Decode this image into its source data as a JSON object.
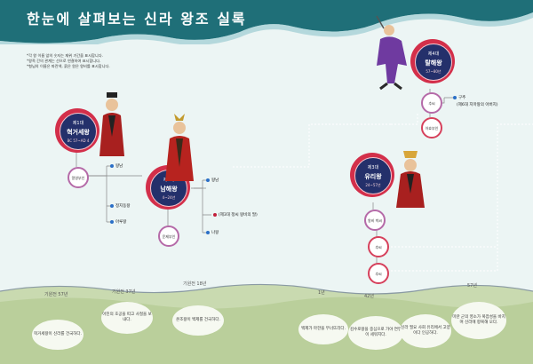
{
  "title": "한눈에 살펴보는 신라 왕조 실록",
  "notes": [
    "*각 왕 이름 앞의 숫자는 재위 기간을 표시합니다.",
    "*왕족 간의 관계는 선으로 연결하여 표시합니다.",
    "*형님의 이름은 파란색, 붉은 원은 왕비를 표시합니다."
  ],
  "kings": [
    {
      "gen": "제1대",
      "name": "혁거세왕",
      "years": "BC 57~AD 4"
    },
    {
      "gen": "제2대",
      "name": "남해왕",
      "years": "4~24년"
    },
    {
      "gen": "제3대",
      "name": "유리왕",
      "years": "24~57년"
    },
    {
      "gen": "제4대",
      "name": "탈해왕",
      "years": "57~80년"
    }
  ],
  "bubbles": {
    "b1": "알영부인",
    "b2": "운제부인",
    "b3": "추씨",
    "b4": "아효부인",
    "b5": "왕비 박씨",
    "b6": "추씨",
    "b7": "추씨"
  },
  "leaves": {
    "l1": "왕남",
    "l2": "정지동왕",
    "l3": "아루왕",
    "l4": "왕남",
    "l5": "(제3대 정씨 왕비의 딸)",
    "l6": "나왕",
    "l7": "구추",
    "l8": "(제6대 지마왕의 아버지)"
  },
  "timeline": [
    {
      "label": "기원전 57년"
    },
    {
      "label": "기원전 37년"
    },
    {
      "label": "기원전 18년"
    },
    {
      "label": "1년"
    },
    {
      "label": "42년"
    },
    {
      "label": "57년"
    }
  ],
  "events": [
    {
      "text": "혁거세왕이 신라를 건국하다."
    },
    {
      "text": "아진의 호공을 따고 사절을 보내다."
    },
    {
      "text": "온조왕이 백제를 건국하다."
    },
    {
      "text": "백제가 마한을 무너뜨리다."
    },
    {
      "text": "김수로왕을 중심으로 가야 연맹이 세워지다."
    },
    {
      "text": "신라 필요 사회 유리에서 고양이다 인공하다."
    },
    {
      "text": "미란 군의 영소가 복잡성을 바치며 신라에 항복해 오다."
    }
  ],
  "colors": {
    "accent": "#1f6f78",
    "medallion": "#d32f4a",
    "navy": "#24306b",
    "bubble": "#b56aa8"
  }
}
